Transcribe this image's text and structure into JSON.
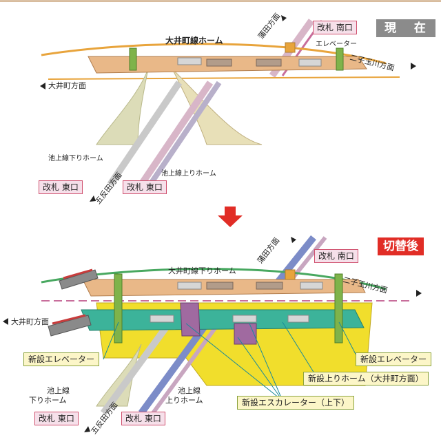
{
  "top": {
    "badge": "現 在",
    "platform_title": "大井町線ホーム",
    "dir_kamata": "蒲田方面",
    "gate_south": "改札 南口",
    "elevator": "エレベーター",
    "dir_futako": "二子玉川方面",
    "dir_oimachi": "大井町方面",
    "ikegami_down": "池上線下りホーム",
    "ikegami_up": "池上線上りホーム",
    "dir_gotanda": "五反田方面",
    "gate_east_1": "改札 東口",
    "gate_east_2": "改札 東口"
  },
  "bottom": {
    "badge": "切替後",
    "platform_title": "大井町線下りホーム",
    "dir_kamata": "蒲田方面",
    "gate_south": "改札 南口",
    "dir_futako": "二子玉川方面",
    "dir_oimachi": "大井町方面",
    "new_elevator_left": "新設エレベーター",
    "new_elevator_right": "新設エレベーター",
    "new_up_platform": "新設上りホーム（大井町方面）",
    "new_escalator": "新設エスカレーター（上下）",
    "ikegami_down_1": "池上線",
    "ikegami_down_2": "下りホーム",
    "ikegami_up_1": "池上線",
    "ikegami_up_2": "上りホーム",
    "dir_gotanda": "五反田方面",
    "gate_east_1": "改札 東口",
    "gate_east_2": "改札 東口"
  },
  "colors": {
    "switch_arrow": "#e12d26",
    "platform": "#e9b888",
    "new_platform": "#3cb39a",
    "yellow_structure": "#f1de2c"
  }
}
